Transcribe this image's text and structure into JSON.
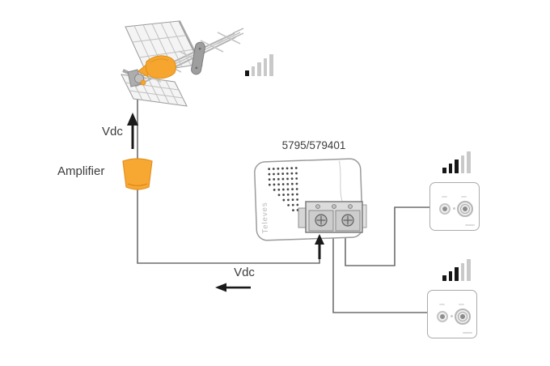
{
  "diagram": {
    "amplifier_label": "Amplifier",
    "vdc_top_label": "Vdc",
    "vdc_bottom_label": "Vdc",
    "power_inserter": {
      "model": "5795/579401",
      "brand": "Televes"
    },
    "antenna_signal": {
      "bars_total": 5,
      "bars_active": 1
    },
    "outlet1_signal": {
      "bars_total": 5,
      "bars_active": 3
    },
    "outlet2_signal": {
      "bars_total": 5,
      "bars_active": 3
    },
    "colors": {
      "accent_orange": "#F6A62E",
      "orange_border": "#DF8E15",
      "wire": "#6e6e6e",
      "arrow": "#1a1a1a",
      "signal_active": "#161616",
      "signal_inactive": "#c9c9c9"
    }
  }
}
